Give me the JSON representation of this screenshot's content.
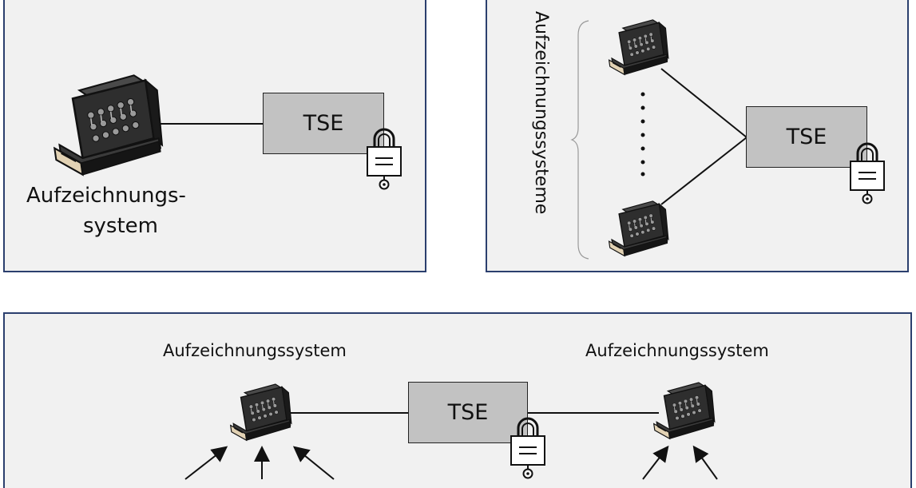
{
  "panel_single": {
    "system_label_line1": "Aufzeichnungs-",
    "system_label_line2": "system",
    "tse_label": "TSE"
  },
  "panel_multi": {
    "systems_label": "Aufzeichnungssysteme",
    "tse_label": "TSE"
  },
  "panel_shared": {
    "left_system_label": "Aufzeichnungssystem",
    "right_system_label": "Aufzeichnungssystem",
    "tse_label": "TSE"
  },
  "icons": [
    "cash-register-icon",
    "padlock-icon"
  ],
  "colors": {
    "panel_background": "#f1f1f1",
    "panel_border": "#2b3f6e",
    "tse_box": "#c2c2c2"
  }
}
